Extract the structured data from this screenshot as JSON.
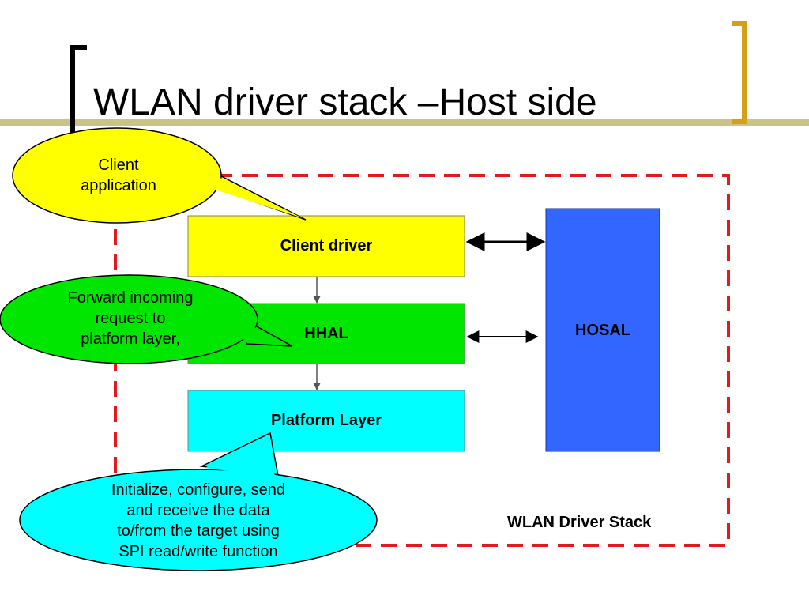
{
  "title": "WLAN driver stack –Host side",
  "boxes": {
    "client_driver": "Client driver",
    "hhal": "HHAL",
    "platform_layer": "Platform Layer",
    "hosal": "HOSAL"
  },
  "stack_label": "WLAN Driver Stack",
  "callouts": {
    "client_app": "Client\napplication",
    "forward": "Forward incoming\nrequest to\nplatform layer,",
    "initialize": "Initialize, configure, send\nand receive the data\nto/from the target using\nSPI read/write function"
  },
  "colors": {
    "accent_olive": "#C9C38A",
    "bracket_gold": "#D4A017",
    "dashed_border": "#E3191E",
    "client_driver_fill": "#FFFF00",
    "hhal_fill": "#00E600",
    "platform_fill": "#00FFFF",
    "hosal_fill": "#3366FF"
  }
}
